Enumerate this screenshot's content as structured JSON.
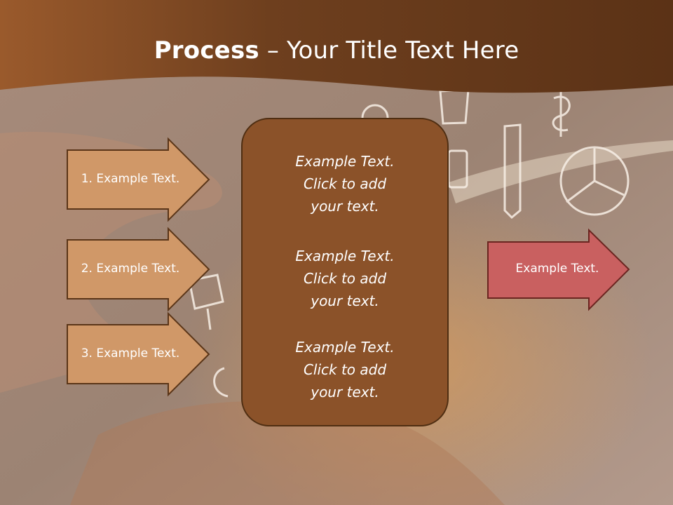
{
  "title": {
    "bold": "Process",
    "rest": " – Your Title Text Here"
  },
  "left_arrows": [
    {
      "label": "1. Example Text."
    },
    {
      "label": "2. Example Text."
    },
    {
      "label": "3. Example Text."
    }
  ],
  "center_box": {
    "blocks": [
      {
        "lines": [
          "Example Text.",
          "Click  to add",
          "your text."
        ]
      },
      {
        "lines": [
          "Example Text.",
          "Click  to add",
          "your text."
        ]
      },
      {
        "lines": [
          "Example Text.",
          "Click  to add",
          "your text."
        ]
      }
    ]
  },
  "right_arrow": {
    "label": "Example Text."
  },
  "colors": {
    "header": "#6b3d1c",
    "left_arrow_fill": "#d09868",
    "center_fill": "#8b5229",
    "right_arrow_fill": "#c96060"
  }
}
